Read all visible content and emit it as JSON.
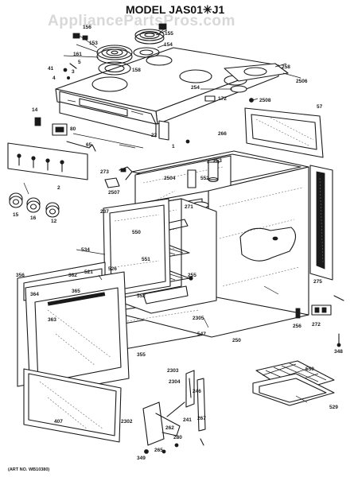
{
  "diagram": {
    "title": "MODEL JAS01✳J1",
    "watermark": "AppliancePartsPros.com",
    "art_number": "(ART NO. WB10380)",
    "labels": [
      {
        "id": "156",
        "text": "156"
      },
      {
        "id": "155a",
        "text": "155"
      },
      {
        "id": "153",
        "text": "153"
      },
      {
        "id": "154",
        "text": "154"
      },
      {
        "id": "161",
        "text": "161"
      },
      {
        "id": "158",
        "text": "158"
      },
      {
        "id": "41",
        "text": "41"
      },
      {
        "id": "5",
        "text": "5"
      },
      {
        "id": "4",
        "text": "4"
      },
      {
        "id": "3",
        "text": "3"
      },
      {
        "id": "258",
        "text": "258"
      },
      {
        "id": "2506",
        "text": "2506"
      },
      {
        "id": "254",
        "text": "254"
      },
      {
        "id": "172",
        "text": "172"
      },
      {
        "id": "2508",
        "text": "2508"
      },
      {
        "id": "57",
        "text": "57"
      },
      {
        "id": "14",
        "text": "14"
      },
      {
        "id": "80",
        "text": "80"
      },
      {
        "id": "65",
        "text": "65"
      },
      {
        "id": "22",
        "text": "22"
      },
      {
        "id": "1",
        "text": "1"
      },
      {
        "id": "2",
        "text": "2"
      },
      {
        "id": "266",
        "text": "266"
      },
      {
        "id": "273",
        "text": "273"
      },
      {
        "id": "2507",
        "text": "2507"
      },
      {
        "id": "2504",
        "text": "2504"
      },
      {
        "id": "552",
        "text": "552"
      },
      {
        "id": "253",
        "text": "253"
      },
      {
        "id": "271",
        "text": "271"
      },
      {
        "id": "15",
        "text": "15"
      },
      {
        "id": "16",
        "text": "16"
      },
      {
        "id": "12",
        "text": "12"
      },
      {
        "id": "237",
        "text": "237"
      },
      {
        "id": "534",
        "text": "534"
      },
      {
        "id": "550",
        "text": "550"
      },
      {
        "id": "521",
        "text": "521"
      },
      {
        "id": "526",
        "text": "526"
      },
      {
        "id": "551",
        "text": "551"
      },
      {
        "id": "255",
        "text": "255"
      },
      {
        "id": "356",
        "text": "356"
      },
      {
        "id": "362",
        "text": "362"
      },
      {
        "id": "364",
        "text": "364"
      },
      {
        "id": "365",
        "text": "365"
      },
      {
        "id": "363",
        "text": "363"
      },
      {
        "id": "355",
        "text": "355"
      },
      {
        "id": "552b",
        "text": "552"
      },
      {
        "id": "2305",
        "text": "2305"
      },
      {
        "id": "547",
        "text": "547"
      },
      {
        "id": "250",
        "text": "250"
      },
      {
        "id": "275",
        "text": "275"
      },
      {
        "id": "256",
        "text": "256"
      },
      {
        "id": "272",
        "text": "272"
      },
      {
        "id": "348",
        "text": "348"
      },
      {
        "id": "2303",
        "text": "2303"
      },
      {
        "id": "2304",
        "text": "2304"
      },
      {
        "id": "246",
        "text": "246"
      },
      {
        "id": "241",
        "text": "241"
      },
      {
        "id": "267",
        "text": "267"
      },
      {
        "id": "262",
        "text": "262"
      },
      {
        "id": "2302",
        "text": "2302"
      },
      {
        "id": "349",
        "text": "349"
      },
      {
        "id": "265",
        "text": "265"
      },
      {
        "id": "280",
        "text": "280"
      },
      {
        "id": "550b",
        "text": "550"
      },
      {
        "id": "529",
        "text": "529"
      },
      {
        "id": "407",
        "text": "407"
      }
    ]
  }
}
